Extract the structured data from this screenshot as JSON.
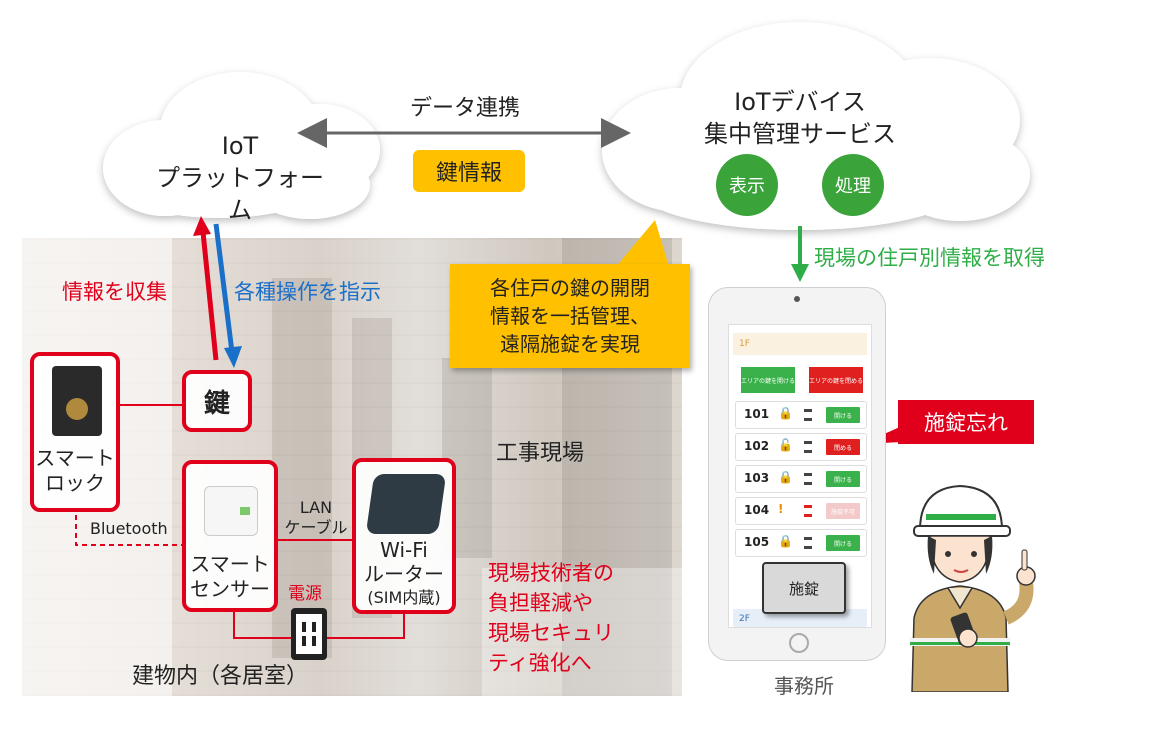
{
  "platform_cloud": {
    "line1": "IoT",
    "line2": "プラットフォーム"
  },
  "service_cloud": {
    "line1": "IoTデバイス",
    "line2": "集中管理サービス",
    "btn_display": "表示",
    "btn_process": "処理"
  },
  "data_link": {
    "label": "データ連携",
    "badge": "鍵情報"
  },
  "arrows": {
    "collect": "情報を収集",
    "instruct": "各種操作を指示",
    "acquire": "現場の住戸別情報を取得"
  },
  "callout": {
    "line1": "各住戸の鍵の開閉",
    "line2": "情報を一括管理、",
    "line3": "遠隔施錠を実現"
  },
  "devices": {
    "key": "鍵",
    "smart_lock": {
      "line1": "スマート",
      "line2": "ロック"
    },
    "bluetooth": "Bluetooth",
    "smart_sensor": {
      "line1": "スマート",
      "line2": "センサー"
    },
    "lan": {
      "line1": "LAN",
      "line2": "ケーブル"
    },
    "router": {
      "line1": "Wi-Fi",
      "line2": "ルーター",
      "line3": "(SIM内蔵)"
    },
    "power": "電源"
  },
  "site_label": "工事現場",
  "building_label": "建物内（各居室）",
  "goal": {
    "line1": "現場技術者の",
    "line2": "負担軽減や",
    "line3": "現場セキュリ",
    "line4": "ティ強化へ"
  },
  "office_label": "事務所",
  "forgot_lock": "施錠忘れ",
  "tablet": {
    "floor1": "1F",
    "floor2": "2F",
    "open_area": "エリアの鍵を開ける",
    "close_area": "エリアの鍵を閉める",
    "lock_button": "施錠",
    "rows": [
      {
        "room": "101",
        "action": "開ける"
      },
      {
        "room": "102",
        "action": "閉める"
      },
      {
        "room": "103",
        "action": "開ける"
      },
      {
        "room": "104",
        "action": "施錠不可"
      },
      {
        "room": "105",
        "action": "開ける"
      }
    ]
  },
  "colors": {
    "red": "#e0001b",
    "blue": "#1a6fc9",
    "green": "#2fae48",
    "yellow": "#ffc000",
    "gray_arrow": "#666666"
  }
}
